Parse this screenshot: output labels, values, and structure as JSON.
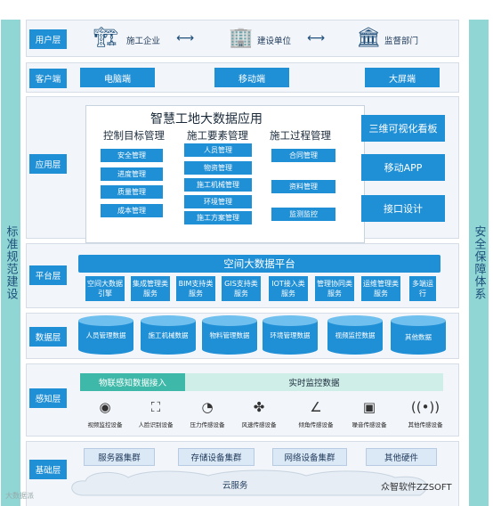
{
  "side": {
    "left": "标准规范建设",
    "right": "安全保障体系"
  },
  "layers": {
    "user": {
      "name": "用户层",
      "items": [
        "施工企业",
        "建设单位",
        "监督部门"
      ]
    },
    "client": {
      "name": "客户端",
      "items": [
        "电脑端",
        "移动端",
        "大屏端"
      ]
    },
    "app": {
      "name": "应用层",
      "title": "智慧工地大数据应用",
      "groups": [
        {
          "title": "控制目标管理",
          "items": [
            "安全管理",
            "进度管理",
            "质量管理",
            "成本管理"
          ]
        },
        {
          "title": "施工要素管理",
          "items": [
            "人员管理",
            "物资管理",
            "施工机械管理",
            "环境管理",
            "施工方案管理"
          ]
        },
        {
          "title": "施工过程管理",
          "items": [
            "合同管理",
            "资料管理",
            "监测监控"
          ]
        }
      ],
      "right_items": [
        "三维可视化看板",
        "移动APP",
        "接口设计"
      ]
    },
    "platform": {
      "name": "平台层",
      "title": "空间大数据平台",
      "items": [
        "空间大数据引擎",
        "集成管理类服务",
        "BIM支持类服务",
        "GIS支持类服务",
        "IOT接入类服务",
        "管理协同类服务",
        "运维管理类服务",
        "多端运行"
      ]
    },
    "data": {
      "name": "数据层",
      "items": [
        "人员管理数据",
        "施工机械数据",
        "物料管理数据",
        "环境管理数据",
        "视频监控数据",
        "其他数据"
      ]
    },
    "sense": {
      "name": "感知层",
      "tab_left": "物联感知数据接入",
      "tab_right": "实时监控数据",
      "devices": [
        {
          "icon": "camera-icon",
          "label": "视频监控设备"
        },
        {
          "icon": "face-scan-icon",
          "label": "人脸识别设备"
        },
        {
          "icon": "gauge-icon",
          "label": "压力传感设备"
        },
        {
          "icon": "fan-icon",
          "label": "风速传感设备"
        },
        {
          "icon": "tilt-icon",
          "label": "倾角传感设备"
        },
        {
          "icon": "noise-icon",
          "label": "噪音传感设备"
        },
        {
          "icon": "signal-icon",
          "label": "其他传感设备"
        }
      ]
    },
    "base": {
      "name": "基础层",
      "items": [
        "服务器集群",
        "存储设备集群",
        "网络设备集群",
        "其他硬件"
      ],
      "cloud": "云服务"
    }
  },
  "watermark_left": "大数据派",
  "watermark_right": "众智软件ZZSOFT",
  "colors": {
    "accent": "#1f8fd6",
    "light": "#dbe8f6",
    "side": "#8fd6d4"
  }
}
